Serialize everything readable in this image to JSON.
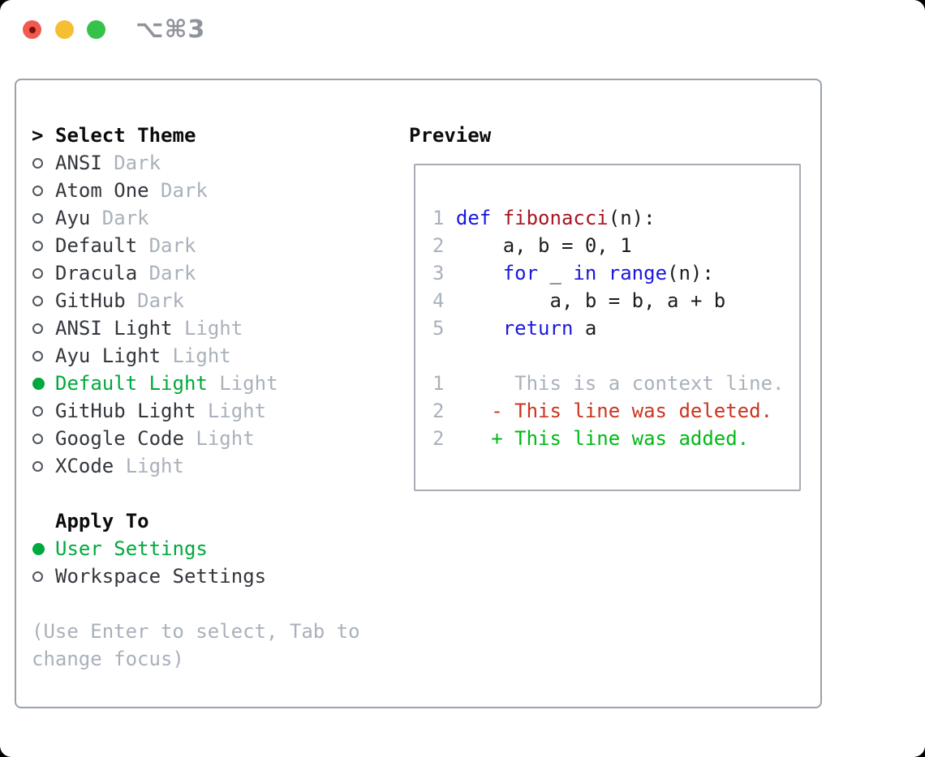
{
  "window": {
    "shortcut": "⌥⌘3"
  },
  "colors": {
    "tl_red": "#f25951",
    "tl_red_dot": "#7c1007",
    "tl_yellow": "#f6be32",
    "tl_green": "#34c24b",
    "titlebar_gray": "#8f949b",
    "panel_border": "#9aa2ad",
    "preview_border": "#a7acb4",
    "header_black": "#0b0c0d",
    "text_dark": "#33373d",
    "muted": "#a9b1bb",
    "circle_outline": "#50565e",
    "accent_green": "#00a93c",
    "keyword_blue": "#1b17dd",
    "function_red": "#a81520",
    "code_text": "#1c1d1f",
    "line_number": "#a9b1bb",
    "deleted_red": "#cb3520",
    "added_green": "#00b917"
  },
  "theme_picker": {
    "prompt": ">",
    "title": "Select Theme",
    "options": [
      {
        "name": "ANSI",
        "tag": "Dark",
        "selected": false
      },
      {
        "name": "Atom One",
        "tag": "Dark",
        "selected": false
      },
      {
        "name": "Ayu",
        "tag": "Dark",
        "selected": false
      },
      {
        "name": "Default",
        "tag": "Dark",
        "selected": false
      },
      {
        "name": "Dracula",
        "tag": "Dark",
        "selected": false
      },
      {
        "name": "GitHub",
        "tag": "Dark",
        "selected": false
      },
      {
        "name": "ANSI Light",
        "tag": "Light",
        "selected": false
      },
      {
        "name": "Ayu Light",
        "tag": "Light",
        "selected": false
      },
      {
        "name": "Default Light",
        "tag": "Light",
        "selected": true
      },
      {
        "name": "GitHub Light",
        "tag": "Light",
        "selected": false
      },
      {
        "name": "Google Code",
        "tag": "Light",
        "selected": false
      },
      {
        "name": "XCode",
        "tag": "Light",
        "selected": false
      }
    ]
  },
  "apply_to": {
    "title": "Apply To",
    "options": [
      {
        "name": "User Settings",
        "selected": true
      },
      {
        "name": "Workspace Settings",
        "selected": false
      }
    ]
  },
  "hint": "(Use Enter to select, Tab to\nchange focus)",
  "preview": {
    "title": "Preview",
    "lines": [
      [
        [
          "num",
          "1 "
        ],
        [
          "kw",
          "def "
        ],
        [
          "fn",
          "fibonacci"
        ],
        [
          "pl",
          "(n):"
        ]
      ],
      [
        [
          "num",
          "2 "
        ],
        [
          "pl",
          "    a, b = 0, 1"
        ]
      ],
      [
        [
          "num",
          "3 "
        ],
        [
          "pl",
          "    "
        ],
        [
          "kw",
          "for"
        ],
        [
          "pl",
          " _ "
        ],
        [
          "kw",
          "in"
        ],
        [
          "pl",
          " "
        ],
        [
          "kw",
          "range"
        ],
        [
          "pl",
          "(n):"
        ]
      ],
      [
        [
          "num",
          "4 "
        ],
        [
          "pl",
          "        a, b = b, a + b"
        ]
      ],
      [
        [
          "num",
          "5 "
        ],
        [
          "pl",
          "    "
        ],
        [
          "kw",
          "return"
        ],
        [
          "pl",
          " a"
        ]
      ],
      [],
      [
        [
          "num",
          "1"
        ],
        [
          "ctx",
          "      This is a context line."
        ]
      ],
      [
        [
          "num",
          "2"
        ],
        [
          "del",
          "    - This line was deleted."
        ]
      ],
      [
        [
          "num",
          "2"
        ],
        [
          "add",
          "    + This line was added."
        ]
      ]
    ]
  }
}
